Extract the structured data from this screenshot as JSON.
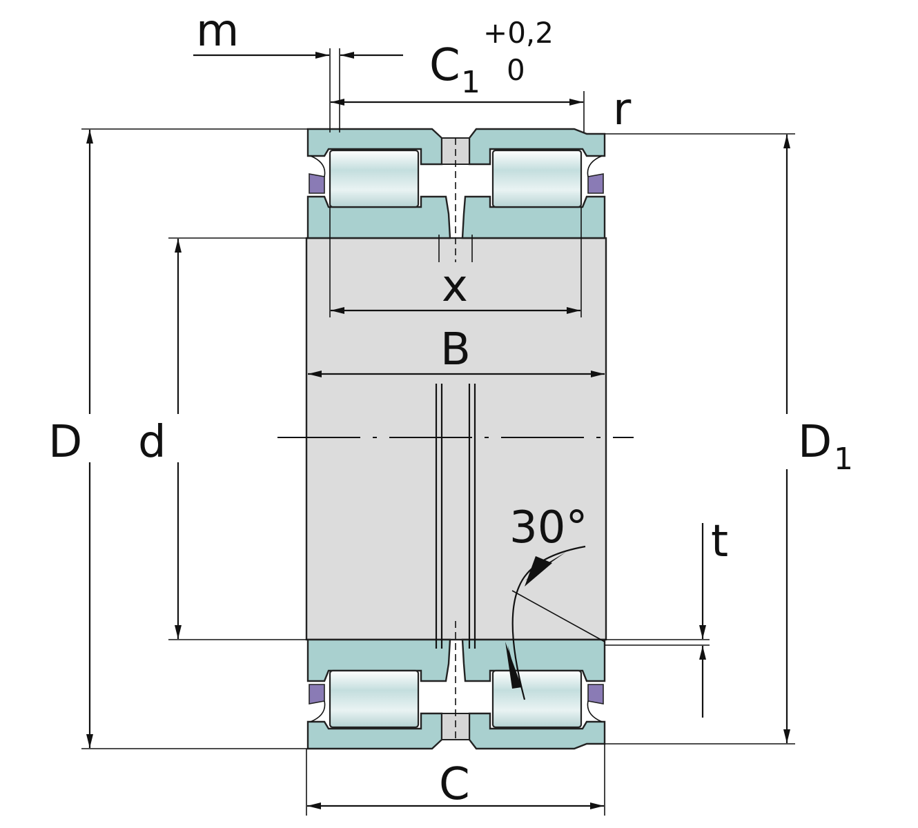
{
  "drawing": {
    "labels": {
      "m": "m",
      "c1": "C",
      "c1_sub": "1",
      "tol_upper": "+0,2",
      "tol_lower": "0",
      "r": "r",
      "x": "x",
      "B": "B",
      "D": "D",
      "d": "d",
      "D1": "D",
      "D1_sub": "1",
      "angle": "30°",
      "t": "t",
      "C": "C"
    },
    "colors": {
      "ring": "#a9d0cf",
      "roller": "#d6e8e8",
      "bore": "#dcdcdc",
      "seal": "#8a7bb5",
      "line": "#111111"
    }
  }
}
